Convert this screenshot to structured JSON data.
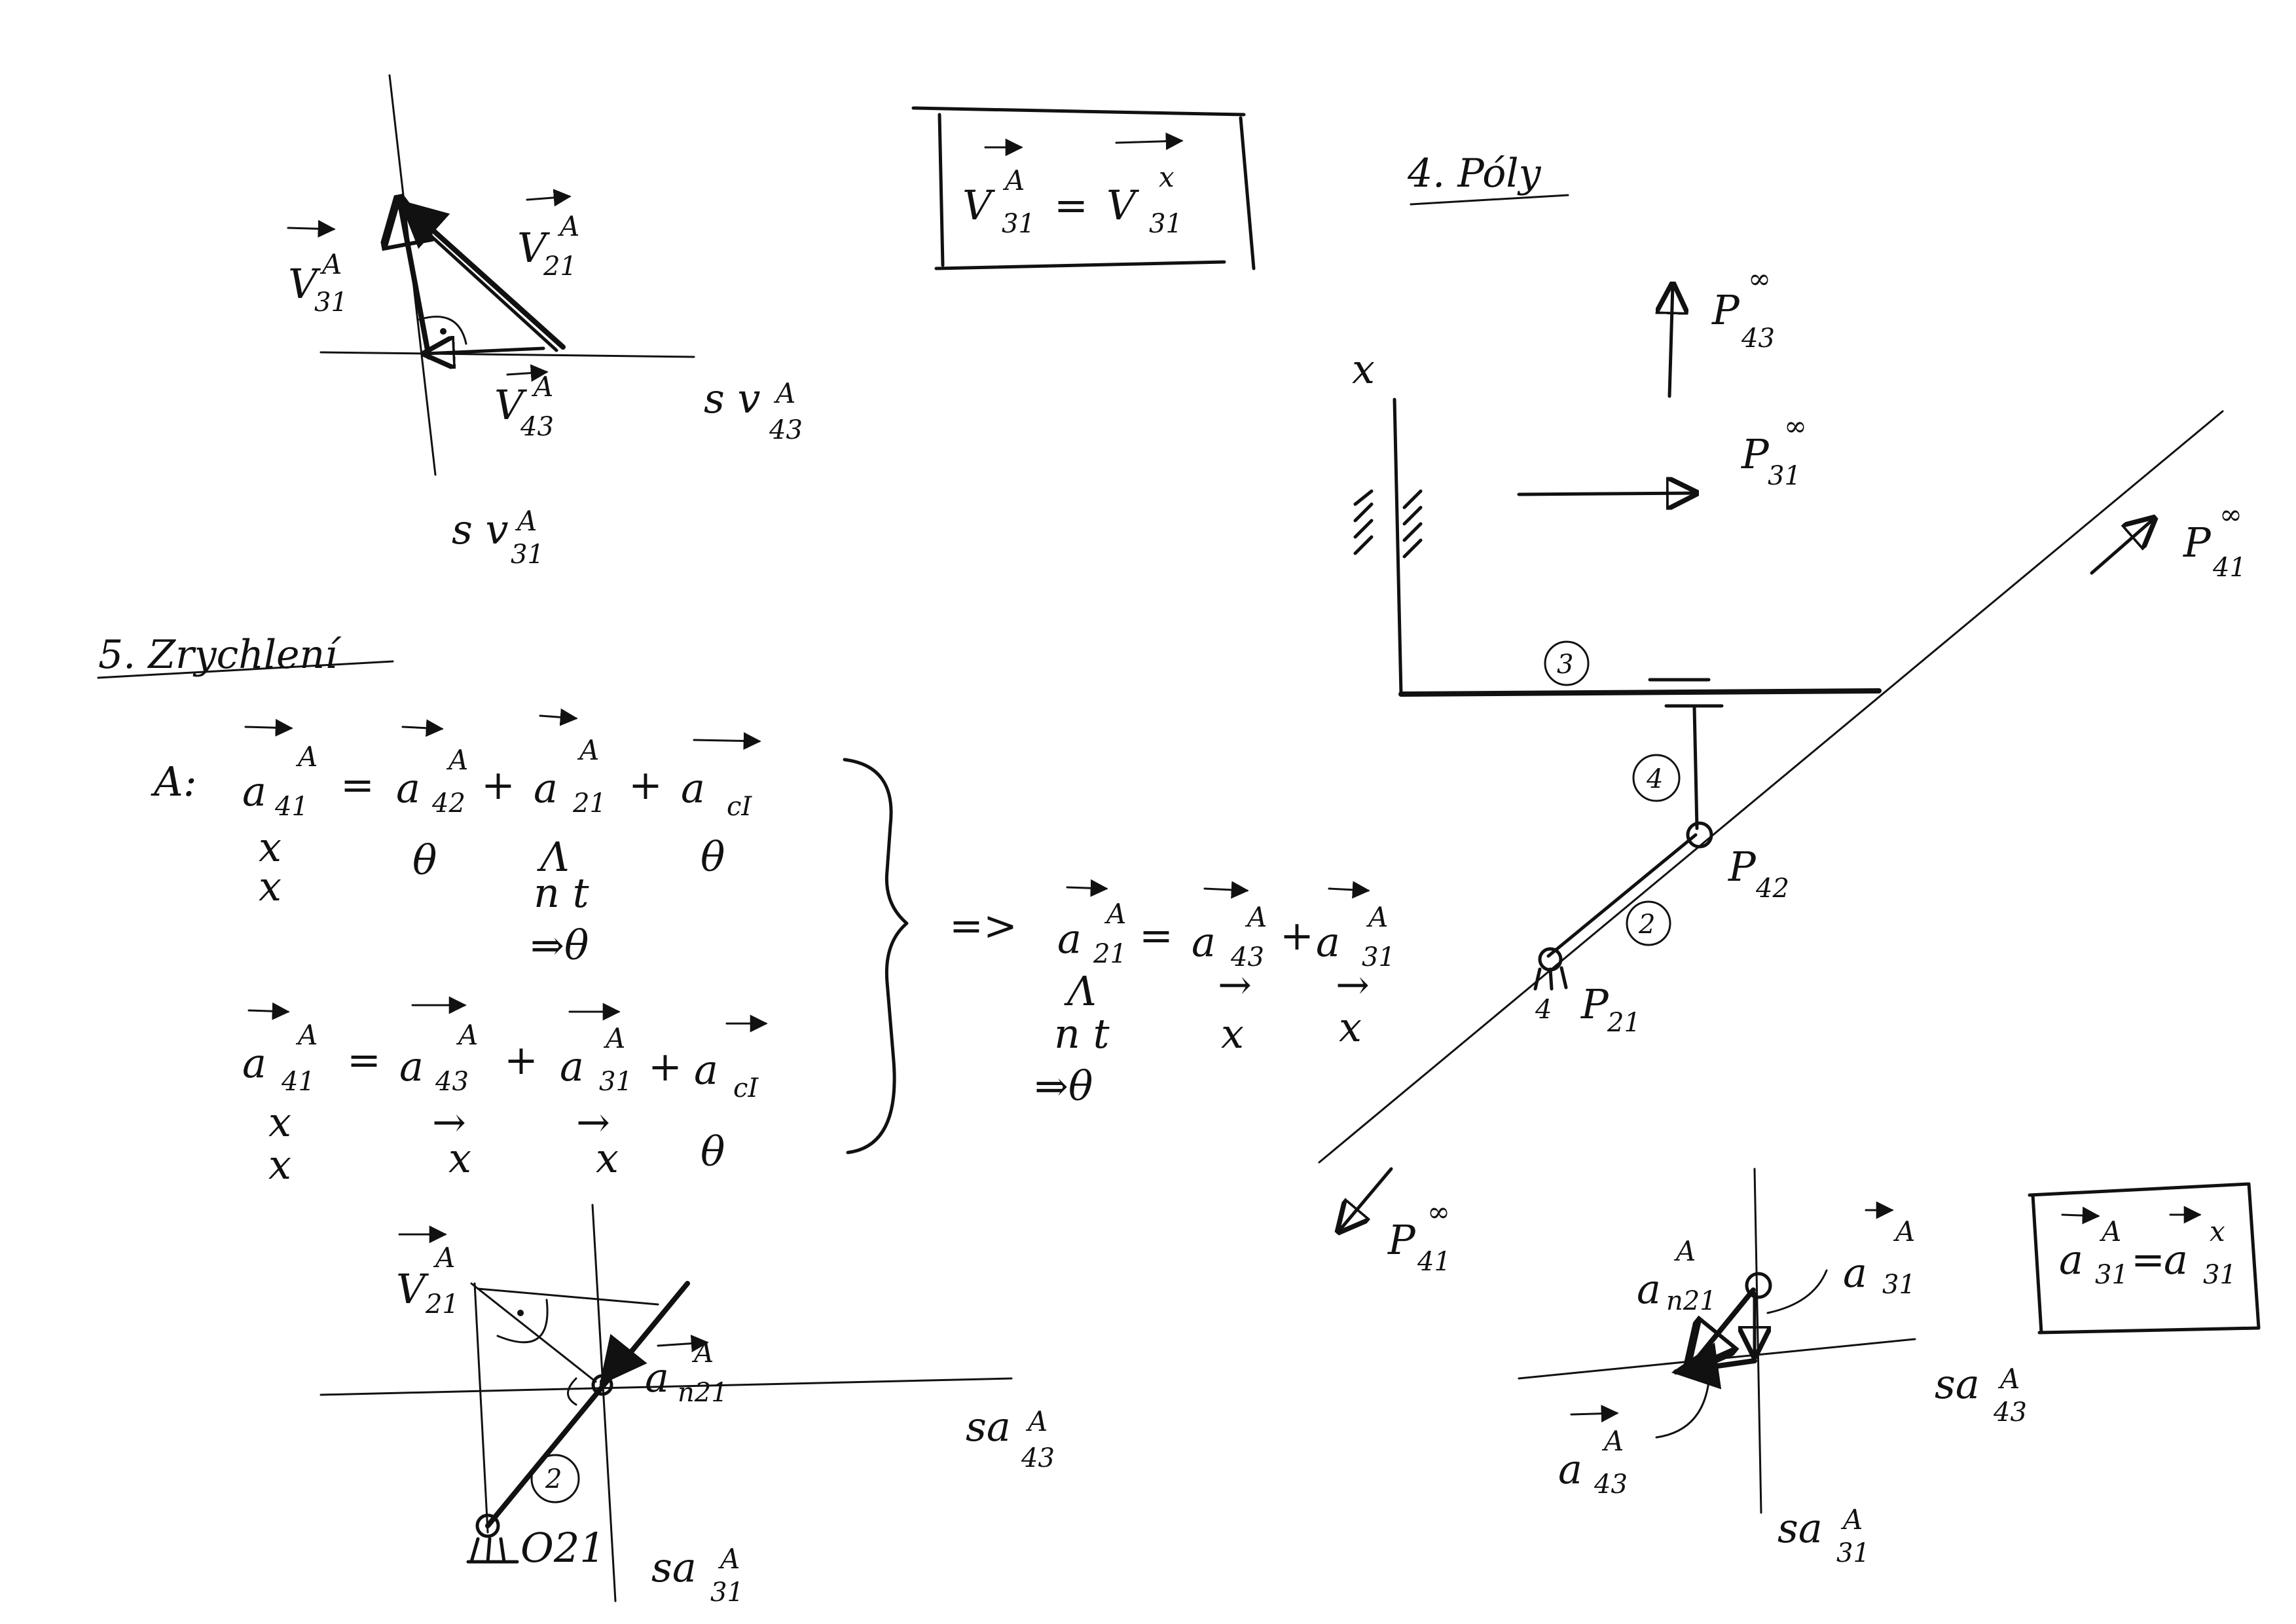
{
  "velocity_plot": {
    "v31": {
      "base": "V",
      "sup": "A",
      "sub": "31"
    },
    "v21": {
      "base": "V",
      "sup": "A",
      "sub": "21"
    },
    "v43": {
      "base": "V",
      "sup": "A",
      "sub": "43"
    },
    "s_v43": {
      "base": "s v",
      "sup": "A",
      "sub": "43"
    },
    "s_v31": {
      "base": "s v",
      "sup": "A",
      "sub": "31"
    }
  },
  "boxed_velocity": {
    "left": "V",
    "left_sup": "A",
    "left_sub": "31",
    "eq": "=",
    "right": "V",
    "right_sup": "x",
    "right_sub": "31"
  },
  "poles_section": {
    "title": "4. Póly",
    "x_label": "x",
    "p43": {
      "base": "P",
      "sup": "∞",
      "sub": "43"
    },
    "p31": {
      "base": "P",
      "sup": "∞",
      "sub": "31"
    },
    "p41_top": {
      "base": "P",
      "sup": "∞",
      "sub": "41"
    },
    "p41_bottom": {
      "base": "P",
      "sup": "∞",
      "sub": "41"
    },
    "p42": {
      "base": "P",
      "sub": "42"
    },
    "p21": {
      "base": "P",
      "sub": "21"
    },
    "body3": "3",
    "body4": "4",
    "body2": "2",
    "ground": "4"
  },
  "acceleration_section": {
    "title": "5. Zrychlení",
    "eq1": {
      "prefix": "A:",
      "terms": [
        {
          "base": "a",
          "sup": "A",
          "sub": "41"
        },
        {
          "op": "="
        },
        {
          "base": "a",
          "sup": "A",
          "sub": "42"
        },
        {
          "op": "+"
        },
        {
          "base": "a",
          "sup": "A",
          "sub": "21"
        },
        {
          "op": "+"
        },
        {
          "base": "a",
          "sub": "cI"
        }
      ],
      "row2": [
        "x",
        "θ",
        "Λ",
        "θ"
      ],
      "row3": [
        "x",
        "n  t"
      ],
      "row4": "⇒θ"
    },
    "eq2": {
      "terms": [
        {
          "base": "a",
          "sup": "A",
          "sub": "41"
        },
        {
          "op": "="
        },
        {
          "base": "a",
          "sup": "A",
          "sub": "43"
        },
        {
          "op": "+"
        },
        {
          "base": "a",
          "sup": "A",
          "sub": "31"
        },
        {
          "op": "+"
        },
        {
          "base": "a",
          "sub": "cI"
        }
      ],
      "row2": [
        "x",
        "→",
        "→",
        "θ"
      ],
      "row3": [
        "x",
        "x",
        "x"
      ]
    },
    "result": {
      "arrow": "=>",
      "terms": [
        {
          "base": "a",
          "sup": "A",
          "sub": "21"
        },
        {
          "op": "="
        },
        {
          "base": "a",
          "sup": "A",
          "sub": "43"
        },
        {
          "op": "+"
        },
        {
          "base": "a",
          "sup": "A",
          "sub": "31"
        }
      ],
      "row2": [
        "Λ",
        "→",
        "→"
      ],
      "row3": [
        "n t",
        "x",
        "x"
      ],
      "row4": "⇒θ"
    }
  },
  "accel_plot_left": {
    "v21": {
      "base": "V",
      "sup": "A",
      "sub": "21"
    },
    "an21": {
      "base": "a",
      "sup": "A",
      "sub": "n21"
    },
    "sa43": {
      "base": "sa",
      "sup": "A",
      "sub": "43"
    },
    "sa31": {
      "base": "sa",
      "sup": "A",
      "sub": "31"
    },
    "o21": "O21",
    "body2": "2"
  },
  "accel_plot_right": {
    "an21": {
      "base": "a",
      "sup": "A",
      "sub": "n21"
    },
    "a31": {
      "base": "a",
      "sup": "A",
      "sub": "31"
    },
    "a43": {
      "base": "a",
      "sup": "A",
      "sub": "43"
    },
    "sa43": {
      "base": "sa",
      "sup": "A",
      "sub": "43"
    },
    "sa31": {
      "base": "sa",
      "sup": "A",
      "sub": "31"
    }
  },
  "boxed_accel": {
    "left": "a",
    "left_sup": "A",
    "left_sub": "31",
    "eq": "=",
    "right": "a",
    "right_sup": "x",
    "right_sub": "31"
  }
}
